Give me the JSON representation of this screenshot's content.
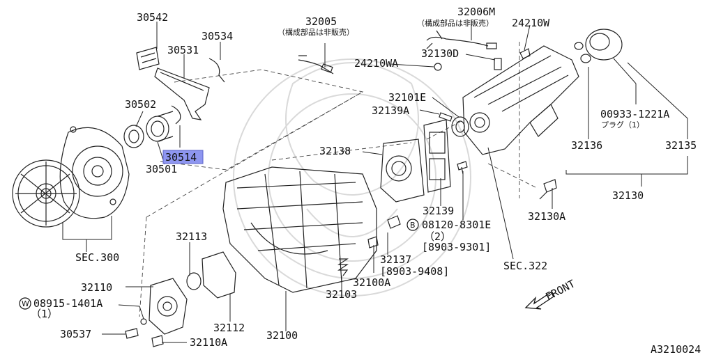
{
  "diagram": {
    "code": "A3210024",
    "highlight": "30514",
    "front_label": "FRONT",
    "labels": {
      "p30542": "30542",
      "p30534": "30534",
      "p30531": "30531",
      "p30502": "30502",
      "p30514": "30514",
      "p30501": "30501",
      "p32005": "32005",
      "p32005_note": "（構成部品は非販売）",
      "p32006m": "32006M",
      "p32006m_note": "（構成部品は非販売）",
      "p24210w": "24210W",
      "p24210wa": "24210WA",
      "p32130d": "32130D",
      "p32101e": "32101E",
      "p32139a": "32139A",
      "p00933": "00933-1221A",
      "p00933_note": "プラグ（1）",
      "p32136": "32136",
      "p32135": "32135",
      "p32138": "32138",
      "p32130": "32130",
      "p32139": "32139",
      "p32130a": "32130A",
      "p08120": "08120-8301E",
      "p08120_qty": "（2）",
      "p08120_range": "[8903-9301]",
      "sec300": "SEC.300",
      "p32113": "32113",
      "p32137": "32137",
      "p32137_range": "[8903-9408]",
      "sec322": "SEC.322",
      "p32110": "32110",
      "p08915": "08915-1401A",
      "p08915_qty": "（1）",
      "p32100a": "32100A",
      "p32103": "32103",
      "p30537": "30537",
      "p32112": "32112",
      "p32110a": "32110A",
      "p32100": "32100",
      "b_marker": "B",
      "w_marker": "W"
    }
  }
}
